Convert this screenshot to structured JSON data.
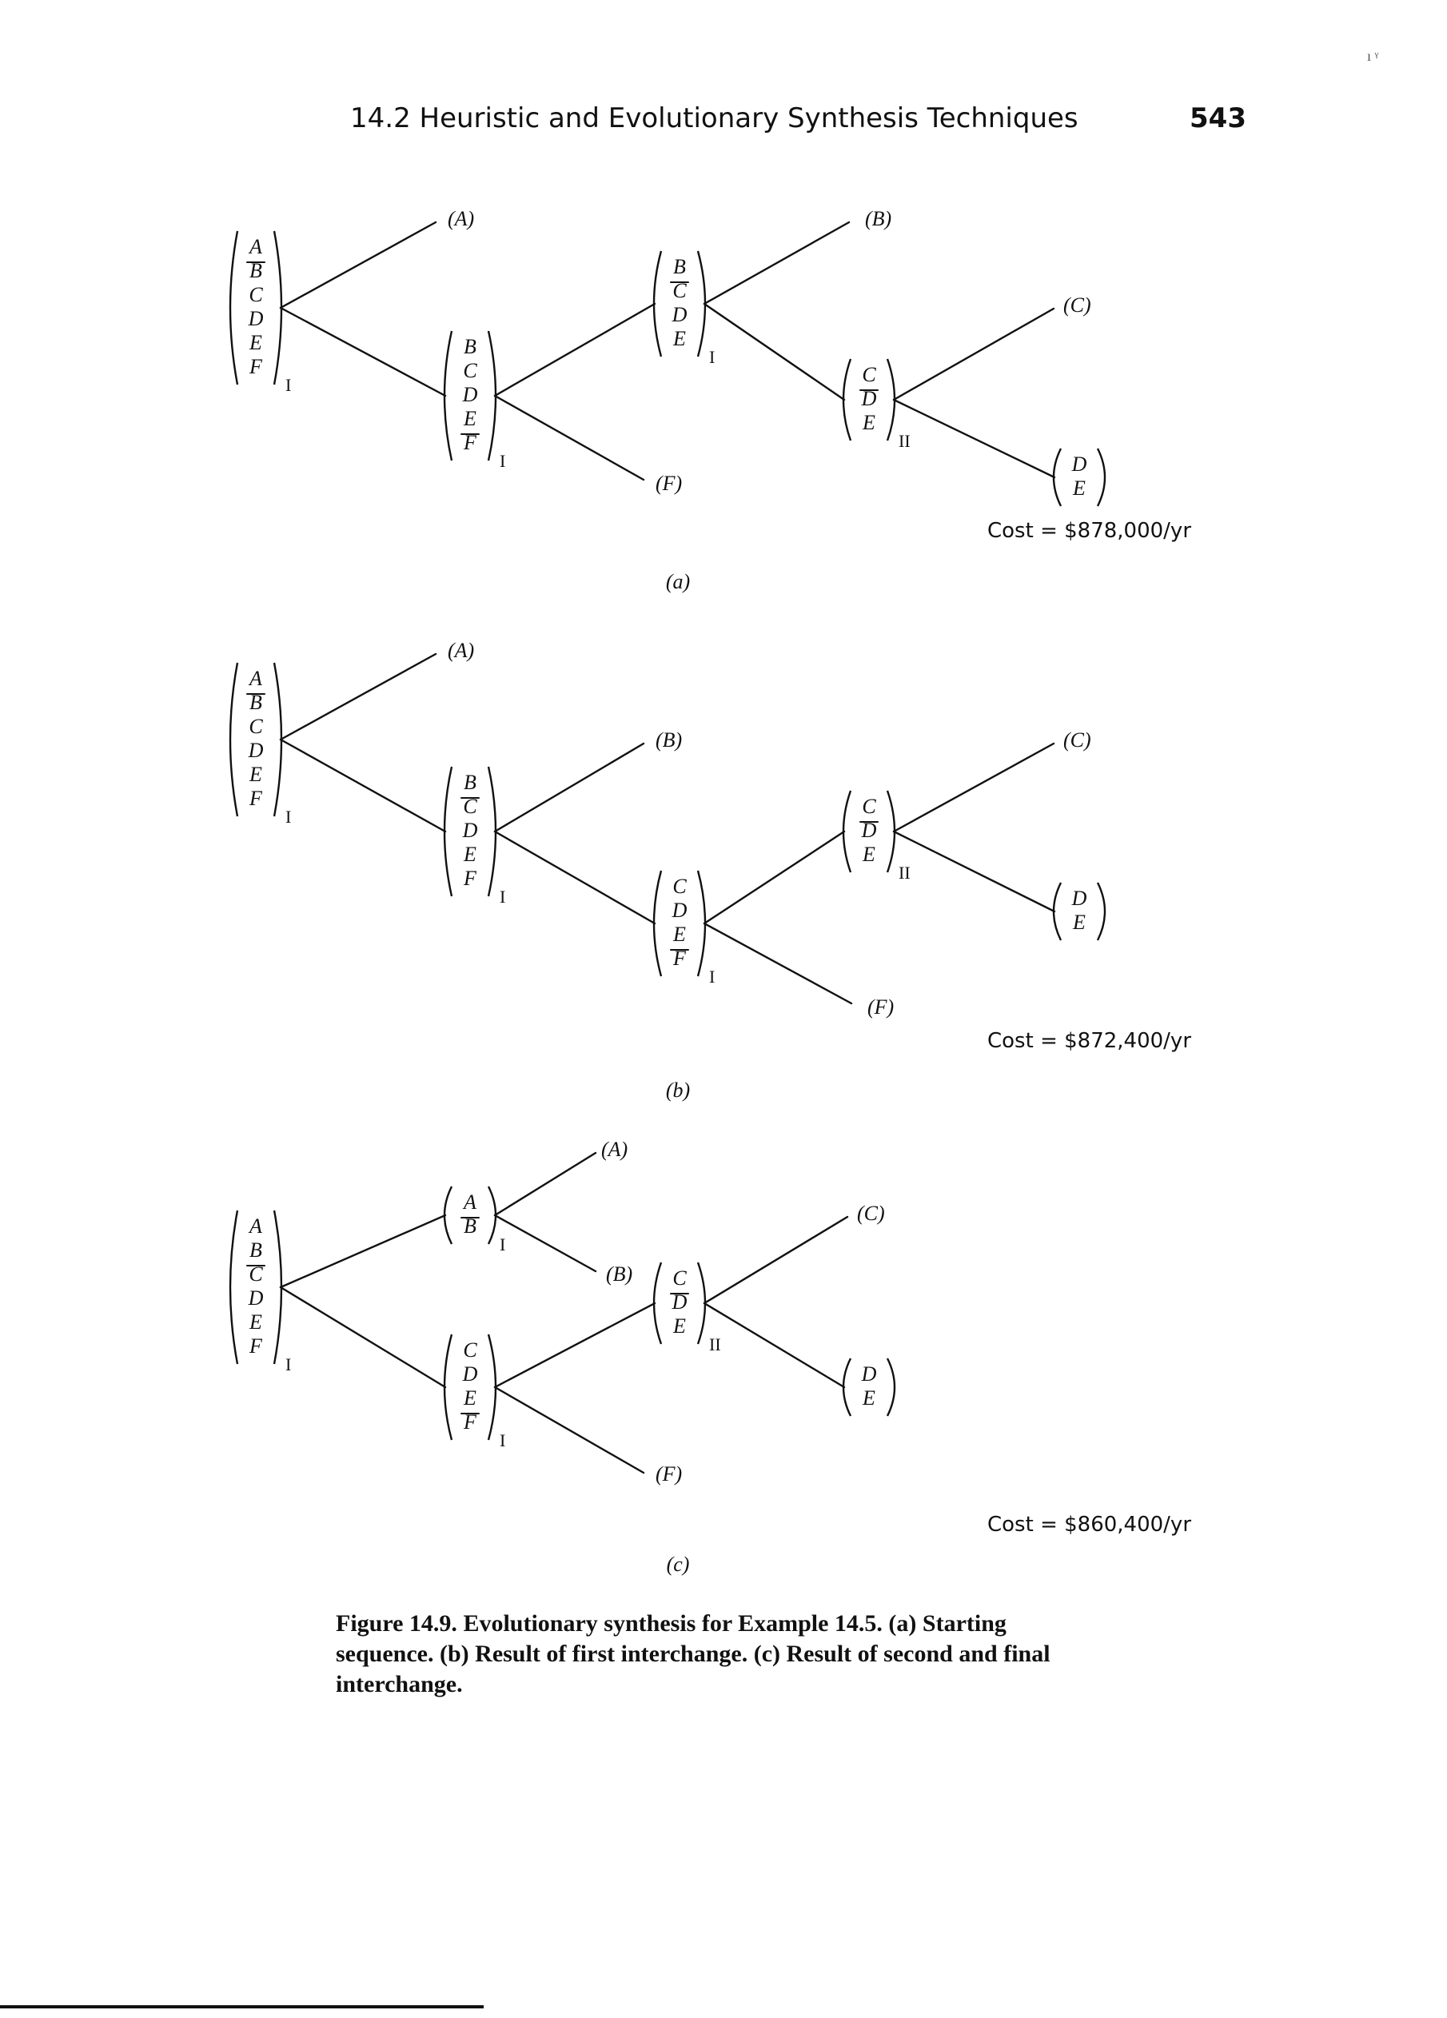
{
  "header": {
    "section_title": "14.2 Heuristic and Evolutionary Synthesis Techniques",
    "page_number": "543",
    "corner_mark": "ı ᵞ"
  },
  "panels": [
    {
      "label": "(a)",
      "cost": "Cost = $878,000/yr",
      "nodes": [
        {
          "id": "a1",
          "items": [
            "A",
            "B",
            "C",
            "D",
            "E",
            "F"
          ],
          "bar_after": 1,
          "roman": "I"
        },
        {
          "id": "a2",
          "items": [
            "B",
            "C",
            "D",
            "E",
            "F"
          ],
          "bar_after": 4,
          "roman": "I"
        },
        {
          "id": "a3",
          "items": [
            "B",
            "C",
            "D",
            "E"
          ],
          "bar_after": 1,
          "roman": "I"
        },
        {
          "id": "a4",
          "items": [
            "C",
            "D",
            "E"
          ],
          "bar_after": 1,
          "roman": "II"
        },
        {
          "id": "a5",
          "items": [
            "D",
            "E"
          ],
          "bar_after": 0,
          "roman": ""
        }
      ],
      "products": [
        "(A)",
        "(F)",
        "(B)",
        "(C)"
      ]
    },
    {
      "label": "(b)",
      "cost": "Cost = $872,400/yr",
      "nodes": [
        {
          "id": "b1",
          "items": [
            "A",
            "B",
            "C",
            "D",
            "E",
            "F"
          ],
          "bar_after": 1,
          "roman": "I"
        },
        {
          "id": "b2",
          "items": [
            "B",
            "C",
            "D",
            "E",
            "F"
          ],
          "bar_after": 1,
          "roman": "I"
        },
        {
          "id": "b3",
          "items": [
            "C",
            "D",
            "E",
            "F"
          ],
          "bar_after": 3,
          "roman": "I"
        },
        {
          "id": "b4",
          "items": [
            "C",
            "D",
            "E"
          ],
          "bar_after": 1,
          "roman": "II"
        },
        {
          "id": "b5",
          "items": [
            "D",
            "E"
          ],
          "bar_after": 0,
          "roman": ""
        }
      ],
      "products": [
        "(A)",
        "(B)",
        "(F)",
        "(C)"
      ]
    },
    {
      "label": "(c)",
      "cost": "Cost = $860,400/yr",
      "nodes": [
        {
          "id": "c1",
          "items": [
            "A",
            "B",
            "C",
            "D",
            "E",
            "F"
          ],
          "bar_after": 2,
          "roman": "I"
        },
        {
          "id": "c2",
          "items": [
            "A",
            "B"
          ],
          "bar_after": 1,
          "roman": "I"
        },
        {
          "id": "c3",
          "items": [
            "C",
            "D",
            "E",
            "F"
          ],
          "bar_after": 3,
          "roman": "I"
        },
        {
          "id": "c4",
          "items": [
            "C",
            "D",
            "E"
          ],
          "bar_after": 1,
          "roman": "II"
        },
        {
          "id": "c5",
          "items": [
            "D",
            "E"
          ],
          "bar_after": 0,
          "roman": ""
        }
      ],
      "products": [
        "(A)",
        "(B)",
        "(F)",
        "(C)"
      ]
    }
  ],
  "caption": {
    "label": "Figure 14.9.",
    "text": "Evolutionary synthesis for Example 14.5. (a) Starting sequence. (b) Result of first interchange. (c) Result of second and final interchange."
  }
}
